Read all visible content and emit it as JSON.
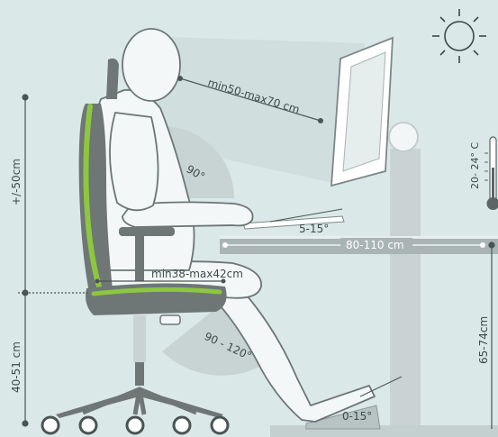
{
  "measurements": {
    "eye_distance": "min50-max70 cm",
    "back_angle": "90°",
    "armrest_tilt": "5-15°",
    "desk_depth": "80-110 cm",
    "seat_depth": "min38-max42cm",
    "knee_angle": "90 - 120°",
    "footrest_tilt": "0-15°",
    "backrest_adjust": "+/-50cm",
    "seat_height": "40-51 cm",
    "desk_height": "65-74cm",
    "room_temperature": "20- 24° C"
  },
  "icons": {
    "light": "sun-icon",
    "temperature": "thermometer-icon"
  },
  "colors": {
    "background": "#dbe8e8",
    "chair": "#6e7676",
    "accent": "#8dc63f",
    "outline": "#7d8787",
    "desk": "#c4cfcf"
  }
}
